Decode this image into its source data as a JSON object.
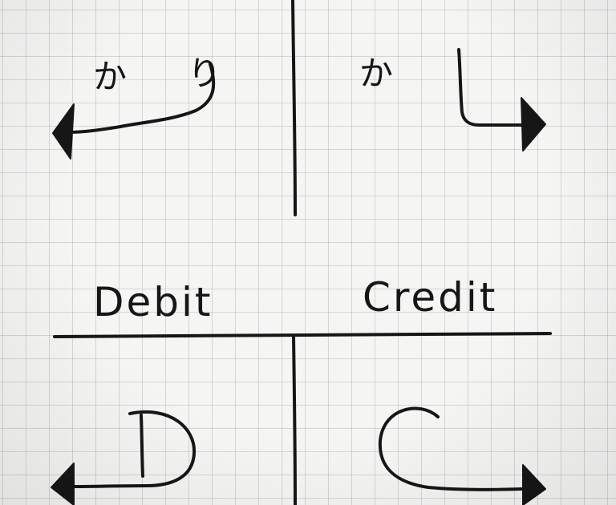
{
  "top_left": {
    "kana_1": "か",
    "kana_2": "り"
  },
  "top_right": {
    "kana": "か"
  },
  "labels": {
    "left": "Debit",
    "right": "Credit"
  },
  "ink_color": "#161616",
  "paper_color": "#f5f5f4",
  "grid_color": "#c3c3c3"
}
